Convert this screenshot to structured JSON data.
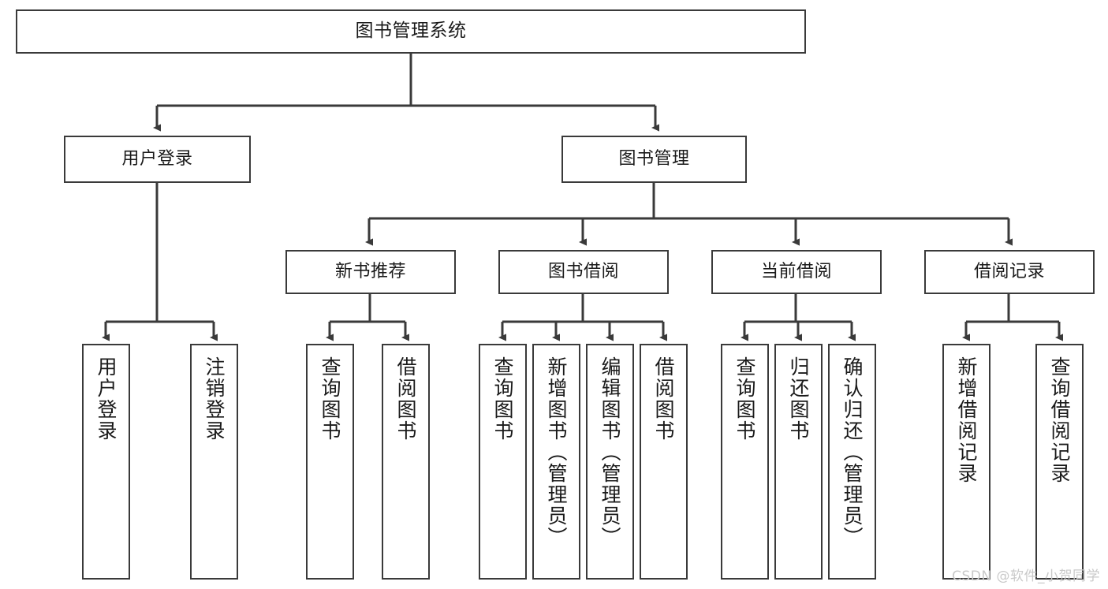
{
  "diagram": {
    "title": "图书管理系统",
    "type": "functional-structure-tree",
    "watermark": "CSDN @软件_小贺同学",
    "line_color": "#3a3a3a",
    "box_fill": "#ffffff",
    "text_color": "#1a1a1a"
  },
  "nodes": {
    "root": {
      "label": "图书管理系统"
    },
    "level2": [
      {
        "label": "用户登录"
      },
      {
        "label": "图书管理"
      }
    ],
    "level3": [
      {
        "label": "新书推荐"
      },
      {
        "label": "图书借阅"
      },
      {
        "label": "当前借阅"
      },
      {
        "label": "借阅记录"
      }
    ],
    "leaves": {
      "user_login": [
        {
          "label": "用户登录"
        },
        {
          "label": "注销登录"
        }
      ],
      "new_book_recommend": [
        {
          "label": "查询图书"
        },
        {
          "label": "借阅图书"
        }
      ],
      "book_borrow": [
        {
          "label": "查询图书"
        },
        {
          "label": "新增图书（管理员）"
        },
        {
          "label": "编辑图书（管理员）"
        },
        {
          "label": "借阅图书"
        }
      ],
      "current_borrow": [
        {
          "label": "查询图书"
        },
        {
          "label": "归还图书"
        },
        {
          "label": "确认归还（管理员）"
        }
      ],
      "borrow_record": [
        {
          "label": "新增借阅记录"
        },
        {
          "label": "查询借阅记录"
        }
      ]
    }
  }
}
